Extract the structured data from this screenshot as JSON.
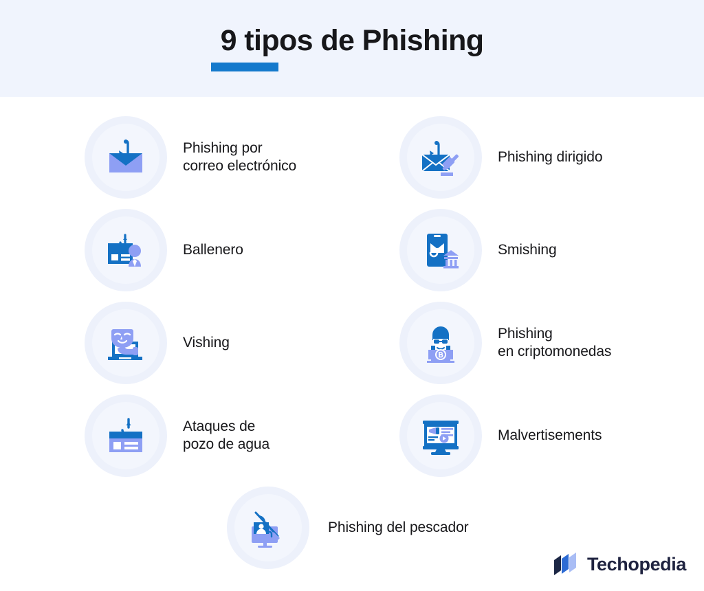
{
  "header": {
    "title": "9 tipos de Phishing",
    "accent_color": "#1479CC",
    "band_color": "#F0F4FD"
  },
  "palette": {
    "icon_dark_blue": "#1471C4",
    "icon_light_blue": "#8E9FF4",
    "badge_outer": "#EDF1FB",
    "badge_inner": "#F3F6FD",
    "text": "#17171A"
  },
  "items": [
    {
      "label": "Phishing por\ncorreo electrónico",
      "icon": "envelope-hook-icon",
      "column": "left",
      "row": 0
    },
    {
      "label": "Ballenero",
      "icon": "id-card-executive-icon",
      "column": "left",
      "row": 1
    },
    {
      "label": "Vishing",
      "icon": "mask-laptop-phone-icon",
      "column": "left",
      "row": 2
    },
    {
      "label": "Ataques de\npozo de agua",
      "icon": "browser-window-hook-icon",
      "column": "left",
      "row": 3
    },
    {
      "label": "Phishing dirigido",
      "icon": "envelope-spear-icon",
      "column": "right",
      "row": 0
    },
    {
      "label": "Smishing",
      "icon": "phone-sms-bank-icon",
      "column": "right",
      "row": 1
    },
    {
      "label": "Phishing\nen criptomonedas",
      "icon": "hacker-bitcoin-laptop-icon",
      "column": "right",
      "row": 2
    },
    {
      "label": "Malvertisements",
      "icon": "billboard-megaphone-icon",
      "column": "right",
      "row": 3
    },
    {
      "label": "Phishing del pescador",
      "icon": "monitor-fishing-rod-icon",
      "column": "center",
      "row": 4
    }
  ],
  "footer": {
    "brand": "Techopedia",
    "logo_colors": [
      "#1C2745",
      "#2D6BD4",
      "#A9BDF5"
    ]
  }
}
